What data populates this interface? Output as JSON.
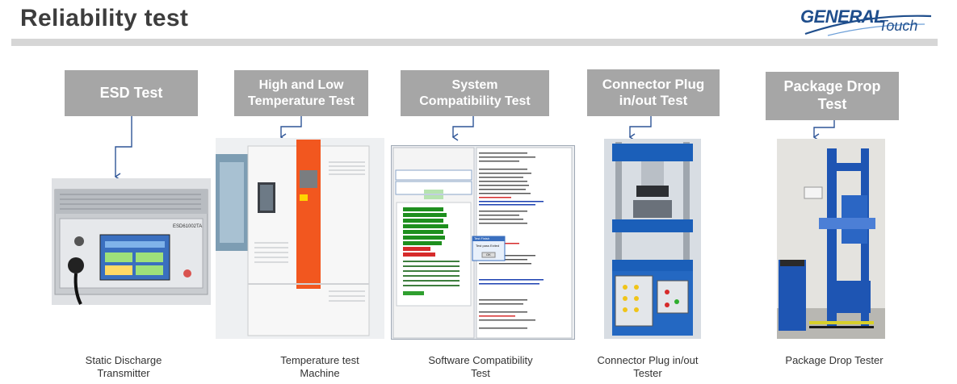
{
  "title": "Reliability test",
  "logo": {
    "line1": "GENERAL",
    "line2": "Touch"
  },
  "tests": [
    {
      "label": "ESD Test",
      "caption": "Static Discharge Transmitter",
      "photo_text": [
        "ESD61002TA"
      ]
    },
    {
      "label": "High and Low Temperature Test",
      "caption": "Temperature test Machine"
    },
    {
      "label": "System Compatibility Test",
      "caption": "Software Compatibility Test",
      "photo_text": [
        "Test Finish",
        "Test pass Exited",
        "OK"
      ]
    },
    {
      "label": "Connector Plug in/out  Test",
      "caption": "Connector Plug in/out Tester"
    },
    {
      "label": "Package Drop Test",
      "caption": "Package Drop Tester"
    }
  ],
  "colors": {
    "label_bg": "#a6a6a6",
    "arrow": "#2f5597",
    "title_bar": "#d6d6d6"
  }
}
